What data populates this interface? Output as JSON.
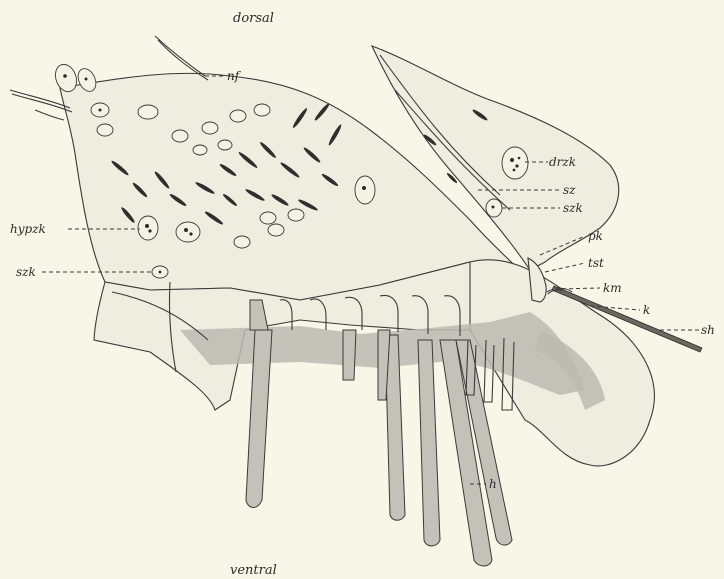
{
  "figure": {
    "orientation": {
      "top": "dorsal",
      "bottom": "ventral"
    },
    "labels": {
      "nf": "nf",
      "drzk": "drzk",
      "sz": "sz",
      "szk_right": "szk",
      "pk": "pk",
      "tst": "tst",
      "km": "km",
      "k": "k",
      "sh": "sh",
      "hypzk": "hypzk",
      "szk_left": "szk",
      "h": "h"
    }
  }
}
